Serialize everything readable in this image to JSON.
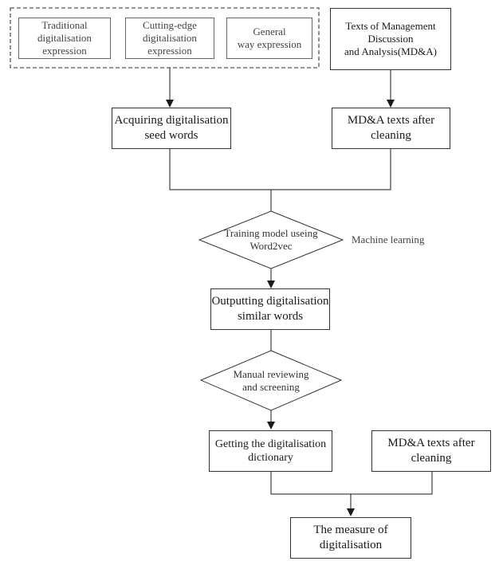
{
  "diagram": {
    "sources": {
      "traditional": "Traditional\ndigitalisation\nexpression",
      "cutting_edge": "Cutting-edge\ndigitalisation\nexpression",
      "general": "General\nway expression",
      "mda_texts": "Texts of Management\nDiscussion\nand Analysis(MD&A)"
    },
    "seed_words": "Acquiring digitalisation\nseed words",
    "mda_cleaned_top": "MD&A texts after\ncleaning",
    "training": "Training model useing\nWord2vec",
    "machine_learning": "Machine learning",
    "similar_words": "Outputting digitalisation\nsimilar words",
    "manual_review": "Manual reviewing\nand screening",
    "dictionary": "Getting the digitalisation\ndictionary",
    "mda_cleaned_bottom": "MD&A texts after\ncleaning",
    "measure": "The measure of\ndigitalisation"
  }
}
